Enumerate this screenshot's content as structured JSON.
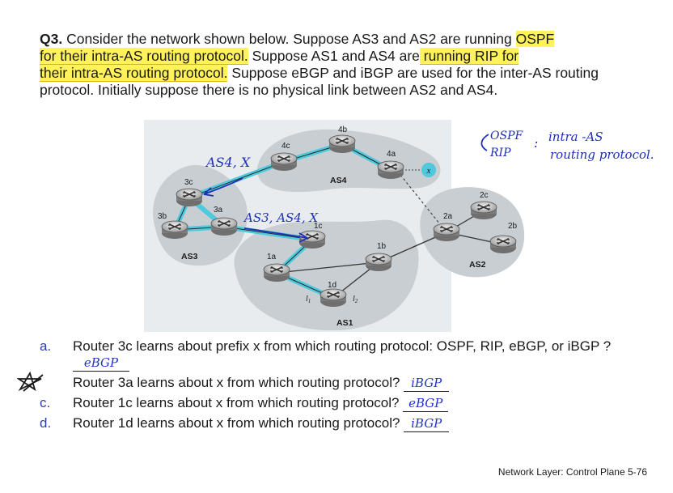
{
  "question": {
    "number": "Q3.",
    "p1": " Consider the network shown below. Suppose AS3 and AS2 are running ",
    "h1": "OSPF",
    "p2": "",
    "h2": "for their intra-AS routing protocol.",
    "p3": " Suppose AS1 and AS4 are",
    "h3": " running RIP for",
    "p4": " ",
    "h4": "their intra-AS routing protocol.",
    "p5": " Suppose eBGP and iBGP are used for the inter-AS routing protocol. Initially suppose there is no physical link between AS2 and AS4."
  },
  "diagram": {
    "as_labels": {
      "as1": "AS1",
      "as2": "AS2",
      "as3": "AS3",
      "as4": "AS4"
    },
    "routers": {
      "r4a": "4a",
      "r4b": "4b",
      "r4c": "4c",
      "r3a": "3a",
      "r3b": "3b",
      "r3c": "3c",
      "r2a": "2a",
      "r2b": "2b",
      "r2c": "2c",
      "r1a": "1a",
      "r1b": "1b",
      "r1c": "1c",
      "r1d": "1d"
    },
    "prefix": "x",
    "iface1": "l",
    "iface1_sub": "1",
    "iface2": "l",
    "iface2_sub": "2",
    "annot_as4x": "AS4, X",
    "annot_as3as4x": "AS3, AS4, X",
    "note_ospf": "OSPF",
    "note_rip": "RIP",
    "note_colon": ":",
    "note_line1": "intra -AS",
    "note_line2": "routing protocol."
  },
  "items": [
    {
      "label": "a.",
      "text": "Router 3c learns about prefix x from which routing protocol: OSPF, RIP, eBGP, or iBGP ?",
      "answer": "eBGP"
    },
    {
      "label": "",
      "text": "Router 3a learns about x from which routing protocol?",
      "answer": "iBGP"
    },
    {
      "label": "c.",
      "text": "Router 1c learns about x from which routing protocol?",
      "answer": "eBGP"
    },
    {
      "label": "d.",
      "text": "Router 1d learns about x from which routing protocol?",
      "answer": "iBGP"
    }
  ],
  "footer": "Network Layer: Control Plane 5-76",
  "colors": {
    "highlight": "#fff25a",
    "ink": "#1f2fb8",
    "link_cyan": "#4fc9dc",
    "as_blob": "#c7ccd0"
  }
}
